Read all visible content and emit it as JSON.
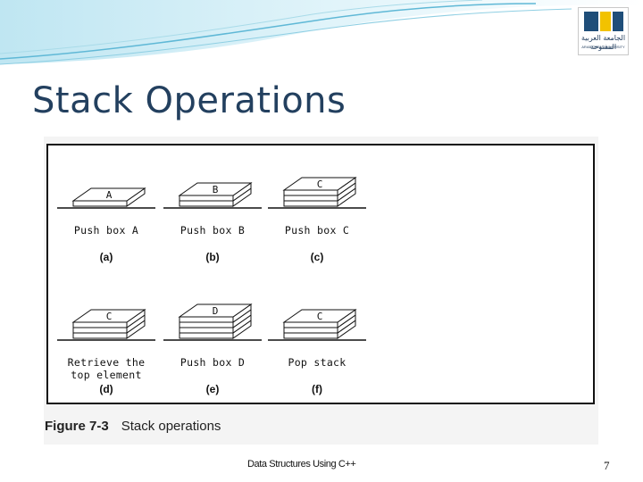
{
  "slide": {
    "title": "Stack Operations",
    "footer": "Data Structures Using C++",
    "page_number": "7"
  },
  "logo": {
    "arabic_text": "الجامعة العربية المفتوحة",
    "english_text": "ARAB OPEN UNIVERSITY"
  },
  "figure": {
    "caption_label": "Figure 7-3",
    "caption_text": "Stack operations",
    "panels": [
      {
        "letter": "(a)",
        "op_line1": "Push box A",
        "op_line2": "",
        "top_label": "A",
        "layers": 1,
        "top_is_label_box": true
      },
      {
        "letter": "(b)",
        "op_line1": "Push box B",
        "op_line2": "",
        "top_label": "B",
        "layers": 2,
        "top_is_label_box": true
      },
      {
        "letter": "(c)",
        "op_line1": "Push box C",
        "op_line2": "",
        "top_label": "C",
        "layers": 3,
        "top_is_label_box": true
      },
      {
        "letter": "(d)",
        "op_line1": "Retrieve the",
        "op_line2": "top element",
        "top_label": "C",
        "layers": 3,
        "top_is_label_box": true
      },
      {
        "letter": "(e)",
        "op_line1": "Push box D",
        "op_line2": "",
        "top_label": "D",
        "layers": 4,
        "top_is_label_box": true
      },
      {
        "letter": "(f)",
        "op_line1": "Pop stack",
        "op_line2": "",
        "top_label": "C",
        "layers": 3,
        "top_is_label_box": true
      }
    ]
  }
}
